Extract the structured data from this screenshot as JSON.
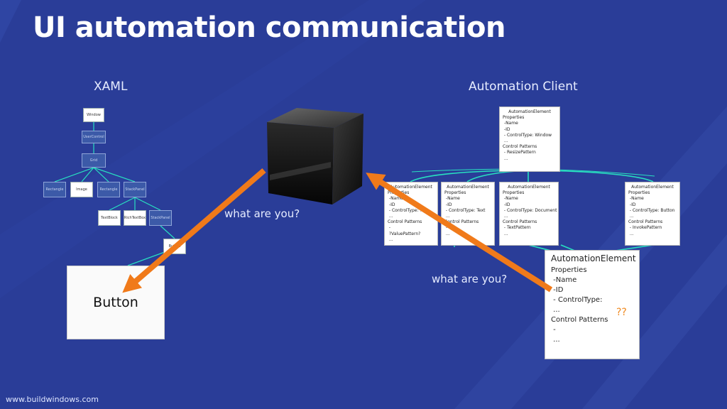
{
  "title": "UI automation communication",
  "xaml_label": "XAML",
  "client_label": "Automation Client",
  "question_left": "what are you?",
  "question_right": "what are you?",
  "footer": "www.buildwindows.com",
  "xaml_tree": {
    "window": "Window",
    "usercontrol": "UserControl",
    "grid": "Grid",
    "row1": [
      "Rectangle",
      "Image",
      "Rectangle",
      "StackPanel"
    ],
    "row2": [
      "TextBlock",
      "RichTextBox",
      "StackPanel"
    ],
    "row3": "Button"
  },
  "button_label": "Button",
  "root_card": {
    "header": "AutomationElement",
    "lines": [
      "Properties",
      " -Name",
      " -ID",
      " - ControlType: Window",
      " ...",
      "Control Patterns",
      " - ResizePattern",
      " ..."
    ]
  },
  "child_cards": [
    {
      "header": "AutomationElement",
      "lines": [
        "Properties",
        " -Name",
        " -ID",
        " - ControlType: ?",
        " ...",
        "Control Patterns",
        " -",
        " ?ValuePattern?",
        " ..."
      ]
    },
    {
      "header": "AutomationElement",
      "lines": [
        "Properties",
        " -Name",
        " -ID",
        " - ControlType: Text",
        " ...",
        "Control Patterns",
        " -",
        " ..."
      ]
    },
    {
      "header": "AutomationElement",
      "lines": [
        "Properties",
        " -Name",
        " -ID",
        " - ControlType: Document",
        " ...",
        "Control Patterns",
        " - TextPattern",
        " ..."
      ]
    },
    {
      "header": "AutomationElement",
      "lines": [
        "Properties",
        " -Name",
        " -ID",
        " - ControlType: Button",
        " ...",
        "Control Patterns",
        " - InvokePattern",
        " ..."
      ]
    }
  ],
  "big_card": {
    "header": "AutomationElement",
    "lines": [
      "Properties",
      " -Name",
      " -ID",
      " - ControlType:",
      " ...",
      "Control Patterns",
      " -",
      " ..."
    ]
  },
  "question_marks": "??",
  "colors": {
    "background": "#2a3d98",
    "arrow": "#f07a1a",
    "tree_line": "#28e0c0"
  }
}
